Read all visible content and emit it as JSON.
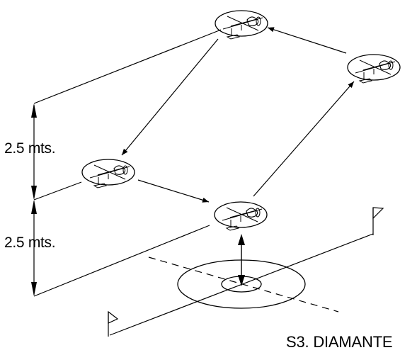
{
  "diagram": {
    "dimension_top": "2.5 mts.",
    "dimension_bottom": "2.5 mts.",
    "caption": "S3. DIAMANTE"
  }
}
